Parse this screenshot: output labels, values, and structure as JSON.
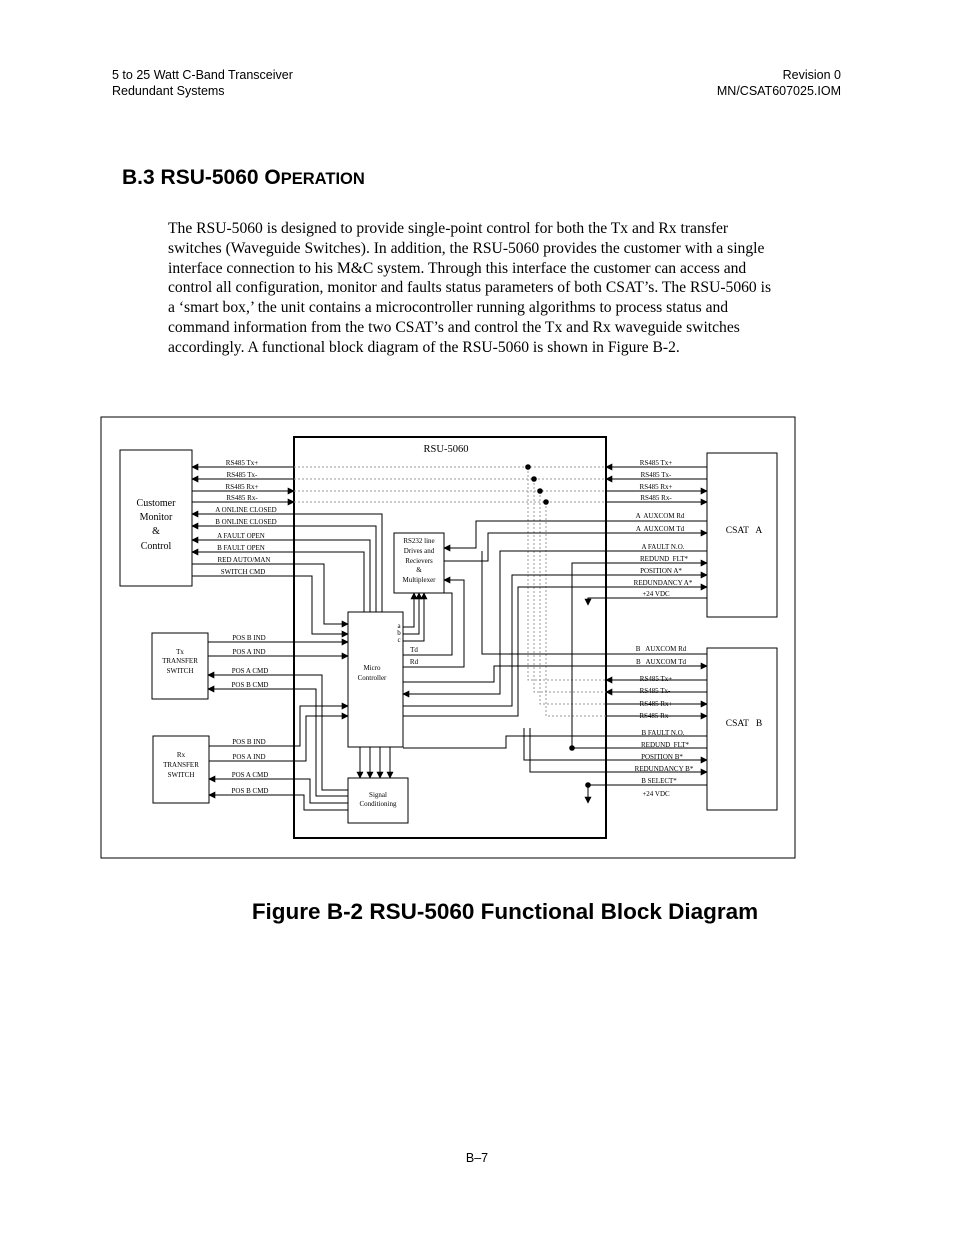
{
  "header": {
    "left_line1": "5 to 25 Watt C-Band Transceiver",
    "left_line2": "Redundant Systems",
    "right_line1": "Revision 0",
    "right_line2": "MN/CSAT607025.IOM"
  },
  "section": {
    "number": "B.3",
    "title_main": "RSU-5060 O",
    "title_smallcaps": "PERATION"
  },
  "paragraph_lines": [
    "The RSU-5060 is designed to provide single-point control for both the Tx and Rx transfer",
    "switches (Waveguide Switches).   In addition, the RSU-5060 provides the customer with a single",
    "interface connection to his M&C system.  Through this interface the customer can access and",
    "control all configuration, monitor and faults status parameters of both CSAT’s.  The RSU-5060 is",
    "a ‘smart box,’ the unit contains a microcontroller running algorithms to process status and",
    "command information from the two CSAT’s and control the Tx and Rx waveguide switches",
    "accordingly.  A functional block diagram of the RSU-5060 is shown in Figure B-2."
  ],
  "diagram": {
    "rsu_title": "RSU-5060",
    "customer_block": [
      "Customer",
      "Monitor",
      "&",
      "Control"
    ],
    "customer_signals": [
      "RS485 Tx+",
      "RS485 Tx-",
      "RS485 Rx+",
      "RS485 Rx-",
      "A ONLINE CLOSED",
      "B ONLINE CLOSED",
      "A FAULT OPEN",
      "B FAULT OPEN",
      "RED AUTO/MAN",
      "SWITCH CMD"
    ],
    "tx_switch": [
      "Tx",
      "TRANSFER",
      "SWITCH"
    ],
    "tx_signals": [
      "POS B IND",
      "POS A IND",
      "POS A CMD",
      "POS B CMD"
    ],
    "rx_switch": [
      "Rx",
      "TRANSFER",
      "SWITCH"
    ],
    "rx_signals": [
      "POS B IND",
      "POS A IND",
      "POS A CMD",
      "POS B CMD"
    ],
    "rs232_block": [
      "RS232 line",
      "Drives and",
      "Recievers",
      "&",
      "Multiplexer"
    ],
    "micro_block": [
      "Micro",
      "Controller"
    ],
    "micro_ports": [
      "a",
      "b",
      "c"
    ],
    "micro_td": "Td",
    "micro_rd": "Rd",
    "signal_block": [
      "Signal",
      "Conditioning"
    ],
    "csat_a": "CSAT   A",
    "csat_a_signals": [
      "RS485 Tx+",
      "RS485 Tx-",
      "RS485 Rx+",
      "RS485 Rx-",
      "A  AUXCOM Rd",
      "A  AUXCOM Td",
      "A FAULT N.O.",
      "REDUND  FLT*",
      "POSITION A*",
      "REDUNDANCY A*",
      "+24 VDC"
    ],
    "csat_b": "CSAT   B",
    "csat_b_signals": [
      "B   AUXCOM Rd",
      "B   AUXCOM Td",
      "RS485 Tx+",
      "RS485 Tx-",
      "RS485 Rx+",
      "RS485 Rx-",
      "B FAULT N.O.",
      "REDUND  FLT*",
      "POSITION B*",
      "REDUNDANCY B*",
      "B SELECT*",
      "+24 VDC"
    ]
  },
  "caption": "Figure B-2  RSU-5060 Functional Block Diagram",
  "page_number": "B–7"
}
